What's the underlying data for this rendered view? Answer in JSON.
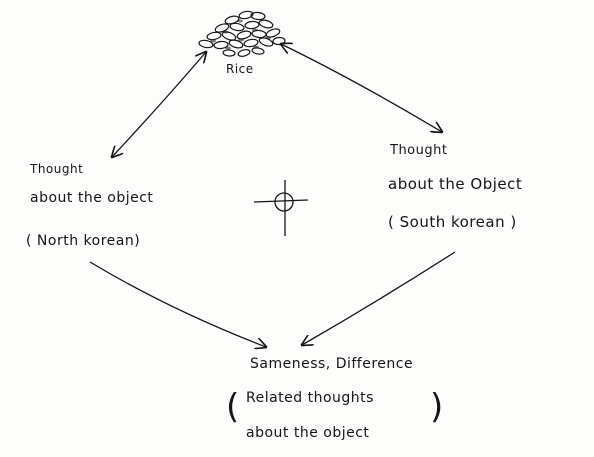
{
  "diagram": {
    "object": {
      "label": "Rice"
    },
    "left_node": {
      "lines": [
        "Thought",
        "about the object",
        "( North korean)"
      ]
    },
    "right_node": {
      "lines": [
        "Thought",
        "about the Object",
        "( South korean )"
      ]
    },
    "result_node": {
      "lines": [
        "Sameness, Difference",
        "Related thoughts",
        "about the object"
      ]
    },
    "center_symbol": "crosshair-icon"
  },
  "colors": {
    "ink": "#151515",
    "paper": "#fdfdfc"
  }
}
